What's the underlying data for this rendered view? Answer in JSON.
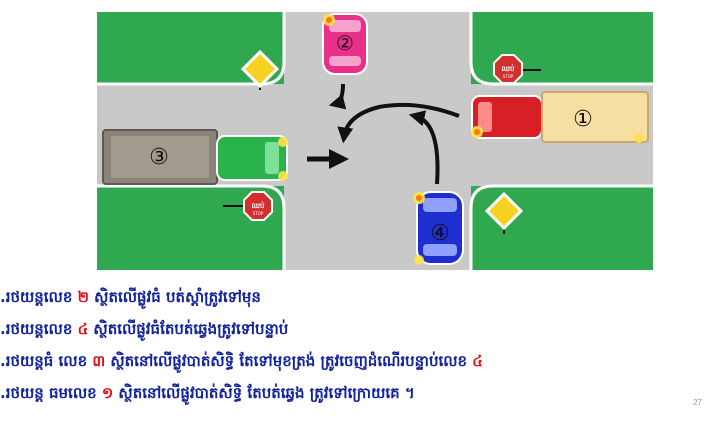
{
  "diagram": {
    "colors": {
      "grass": "#2fa84f",
      "road": "#c9c9c9",
      "curb": "#ffffff",
      "arrow": "#111111",
      "pink_car": "#e8308a",
      "blue_car": "#1f2fcf",
      "red_cab": "#d91f26",
      "green_cab": "#29b34a",
      "truck_cargo_1": "#f5dfa3",
      "truck_cargo_3": "#8a8378",
      "sign_red": "#d32f2f",
      "sign_yellow": "#f6d321"
    },
    "vehicle_labels": {
      "v1": "①",
      "v2": "②",
      "v3": "③",
      "v4": "④"
    },
    "stop_sign": {
      "text_khmer": "ឈប់",
      "text_en": "STOP"
    }
  },
  "answers": [
    {
      "bullet": ".",
      "prefix": "រថយន្តលេខ ",
      "num": "២",
      "rest": " ស្ថិតលើផ្លូវធំ បត់ស្តាំត្រូវទៅមុន"
    },
    {
      "bullet": ".",
      "prefix": "រថយន្តលេខ ",
      "num": "៤",
      "rest": " ស្ថិតលើផ្លូវធំតែបត់ឆ្វេងត្រូវទៅបន្ទាប់"
    },
    {
      "bullet": ".",
      "prefix": "រថយន្តធំ លេខ ",
      "num": "៣",
      "rest": " ស្ថិតនៅលើផ្លូវបាត់សិទ្ធិ តែទៅមុខត្រង់  ត្រូវចេញដំណើរបន្ទាប់លេខ ",
      "num2": "៤"
    },
    {
      "bullet": ".",
      "prefix": "រថយន្ត ធមលេខ ",
      "num": "១",
      "rest": " ស្ថិតនៅលើផ្លូវបាត់សិទ្ធិ តែបត់ឆ្វេង ត្រូវទៅក្រោយគេ ។"
    }
  ],
  "page_number": "27"
}
